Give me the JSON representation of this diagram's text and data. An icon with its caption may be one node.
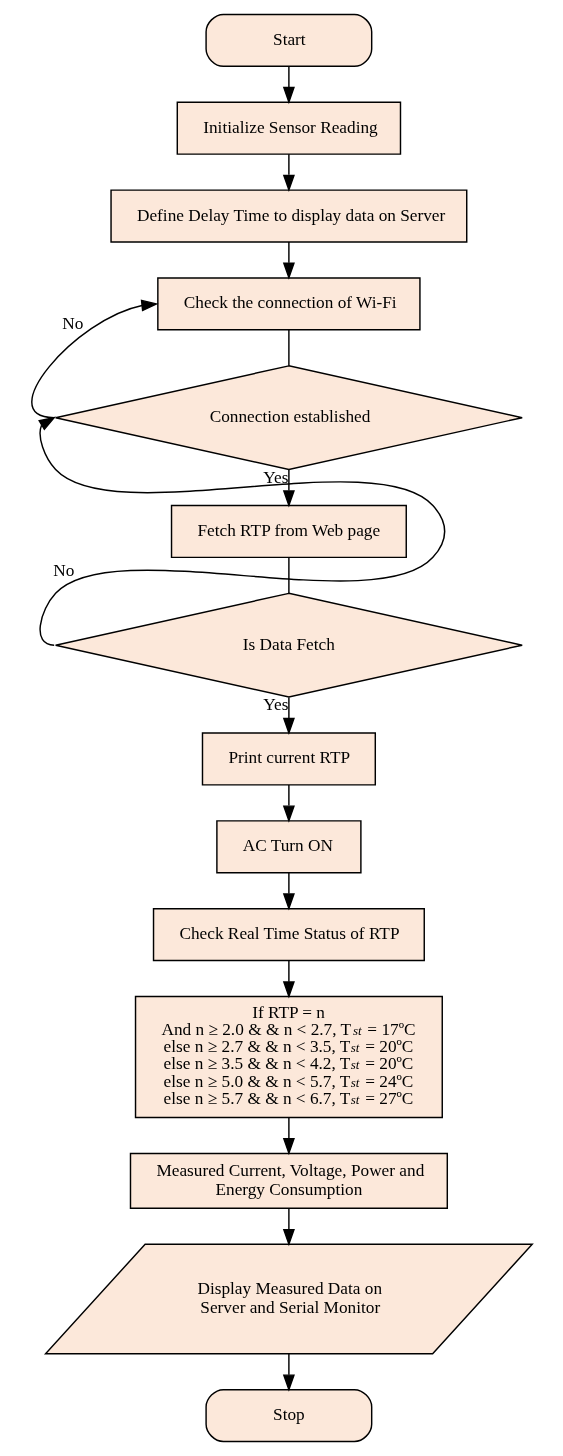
{
  "diagram": {
    "nodes": [
      {
        "text": [
          "Start"
        ]
      },
      {
        "text": [
          "Initialize Sensor Reading"
        ]
      },
      {
        "text": [
          "Define Delay Time to display data on Server"
        ]
      },
      {
        "text": [
          "Check the connection of Wi-Fi"
        ]
      },
      {
        "text": [
          "Connection established"
        ]
      },
      {
        "text": [
          "Fetch RTP from Web page"
        ]
      },
      {
        "text": [
          "Is Data Fetch"
        ]
      },
      {
        "text": [
          "Print current RTP"
        ]
      },
      {
        "text": [
          "AC Turn ON"
        ]
      },
      {
        "text": [
          "Check Real Time Status of RTP"
        ]
      },
      {
        "text": [
          "If RTP = n",
          "And n ≥ 2.0 & & n < 2.7, T$_{st}$ = 17ºC",
          "else n ≥ 2.7 & & n < 3.5, T$_{st}$ = 20ºC",
          "else n ≥ 3.5 & & n < 4.2, T$_{st}$ = 20ºC",
          "else n ≥ 5.0 & & n < 5.7, T$_{st}$ = 24ºC",
          "else n ≥ 5.7 & & n < 6.7, T$_{st}$ = 27ºC"
        ]
      },
      {
        "text": [
          "Measured Current, Voltage, Power and Energy Consumption"
        ]
      },
      {
        "text": [
          "Display Measured Data on Server and Serial Monitor"
        ]
      },
      {
        "text": [
          "Stop"
        ]
      }
    ],
    "edges": [
      {
        "from": 0,
        "to": 1,
        "arrow": "to"
      },
      {
        "from": 1,
        "to": 2,
        "arrow": "to"
      },
      {
        "from": 2,
        "to": 3,
        "arrow": "to"
      },
      {
        "from": 3,
        "to": 4,
        "arrow": "none"
      },
      {
        "from": 4,
        "to": 3,
        "arrow": "to",
        "label": "No"
      },
      {
        "from": 4,
        "to": 5,
        "arrow": "to",
        "label": "Yes"
      },
      {
        "from": 5,
        "to": 6,
        "arrow": "none"
      },
      {
        "from": 6,
        "to": 4,
        "arrow": "to",
        "label": "No"
      },
      {
        "from": 6,
        "to": 7,
        "arrow": "to",
        "label": "Yes"
      },
      {
        "from": 7,
        "to": 8,
        "arrow": "to"
      },
      {
        "from": 8,
        "to": 9,
        "arrow": "to"
      },
      {
        "from": 9,
        "to": 10,
        "arrow": "to"
      },
      {
        "from": 10,
        "to": 11,
        "arrow": "to"
      },
      {
        "from": 11,
        "to": 12,
        "arrow": "to"
      },
      {
        "from": 12,
        "to": 13,
        "arrow": "to"
      }
    ]
  }
}
